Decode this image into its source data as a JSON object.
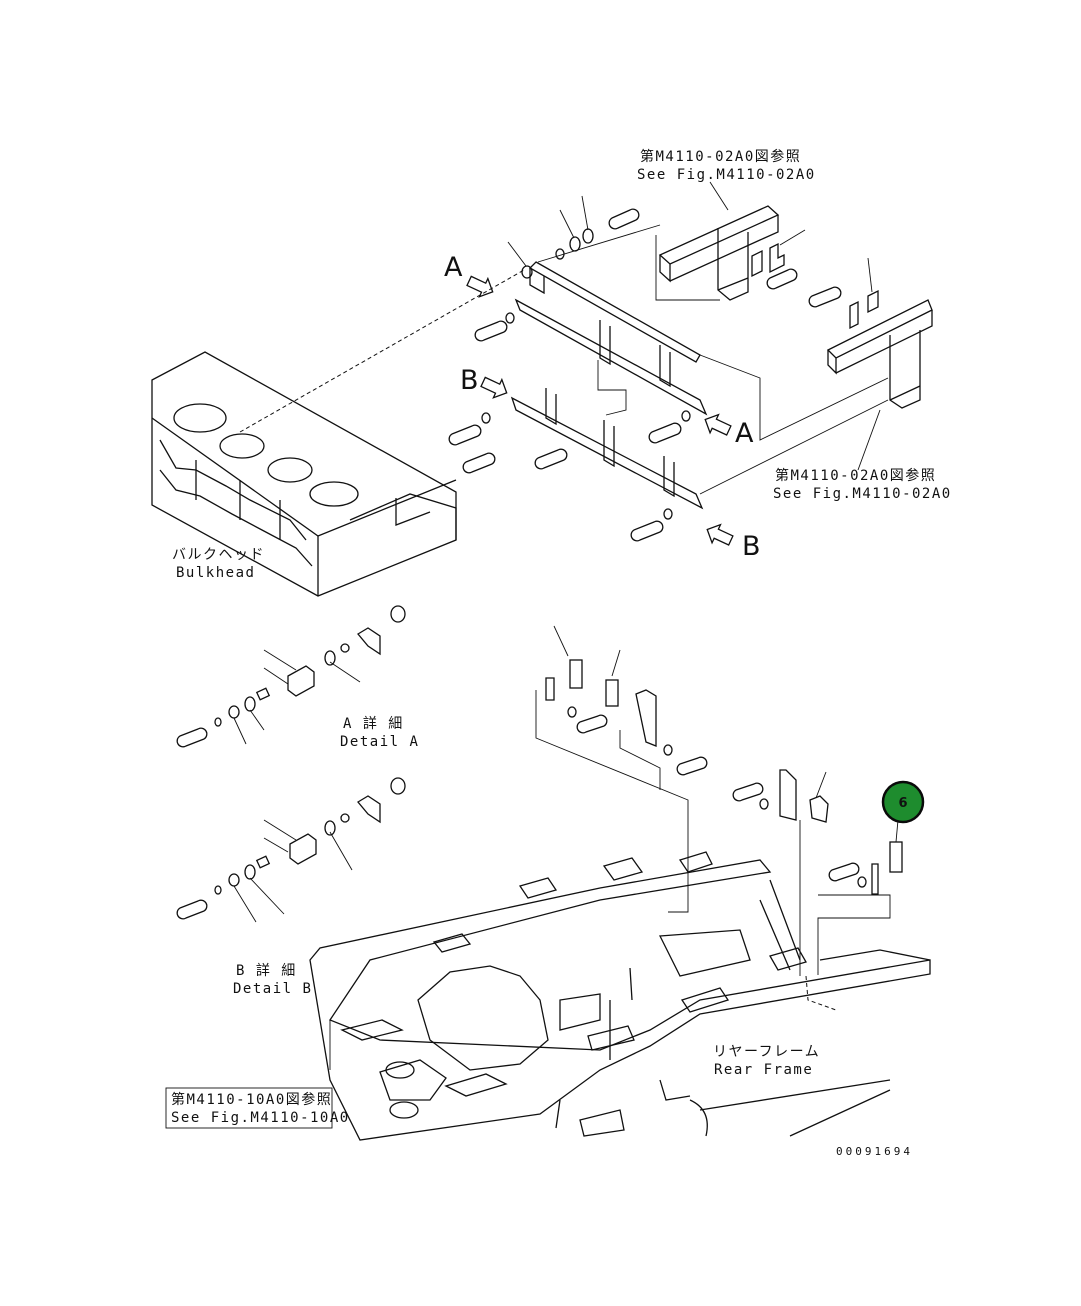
{
  "refs": {
    "top_jp": "第M4110-02A0図参照",
    "top_en": "See Fig.M4110-02A0",
    "right_jp": "第M4110-02A0図参照",
    "right_en": "See Fig.M4110-02A0",
    "bottom_jp": "第M4110-10A0図参照",
    "bottom_en": "See Fig.M4110-10A0"
  },
  "labels": {
    "bulkhead_jp": "バルクヘッド",
    "bulkhead_en": "Bulkhead",
    "detail_a_jp": "A 詳 細",
    "detail_a_en": "Detail A",
    "detail_b_jp": "B 詳 細",
    "detail_b_en": "Detail B",
    "rear_frame_jp": "リヤーフレーム",
    "rear_frame_en": "Rear Frame"
  },
  "view_letters": {
    "a_left": "A",
    "b_left": "B",
    "a_right": "A",
    "b_right": "B"
  },
  "callout": {
    "number": "6",
    "color": "#1e8c2e"
  },
  "drawing_number": "00091694"
}
